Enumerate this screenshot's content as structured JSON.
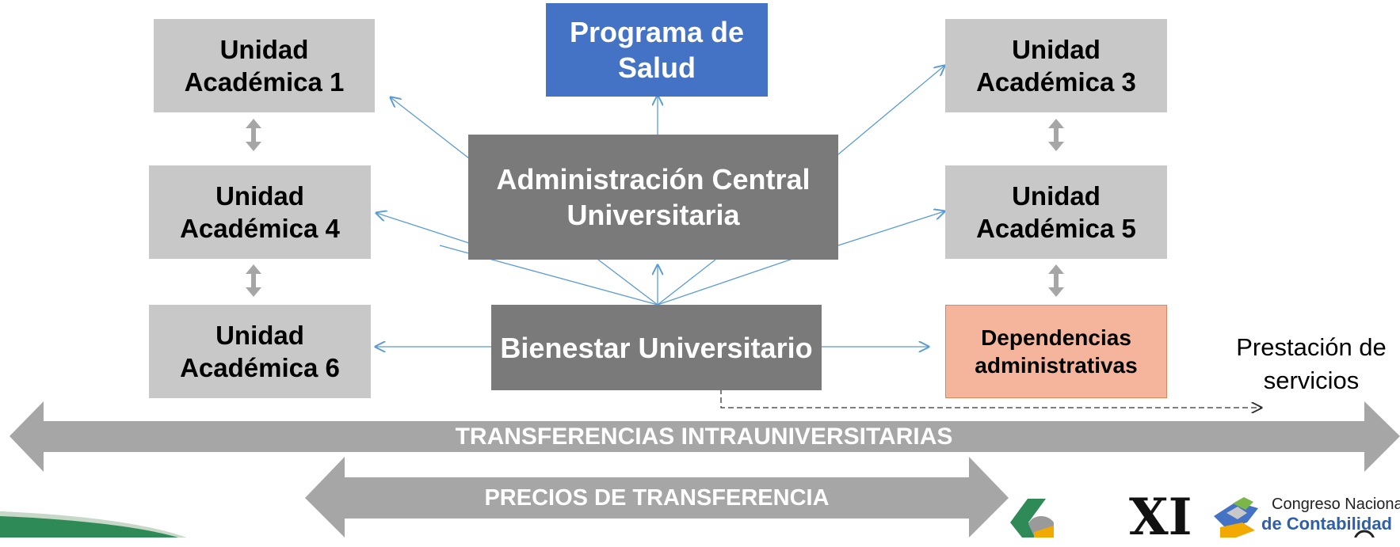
{
  "nodes": {
    "programa_salud": "Programa de Salud",
    "admin_central": "Administración Central Universitaria",
    "bienestar": "Bienestar Universitario",
    "unidad_1": "Unidad Académica 1",
    "unidad_3": "Unidad Académica 3",
    "unidad_4": "Unidad Académica 4",
    "unidad_5": "Unidad Académica 5",
    "unidad_6": "Unidad Académica 6",
    "dependencias": "Dependencias administrativas"
  },
  "prestacion": "Prestación de servicios",
  "bands": {
    "transferencias": "TRANSFERENCIAS INTRAUNIVERSITARIAS",
    "precios": "PRECIOS DE TRANSFERENCIA"
  },
  "logo": {
    "numeral": "XI",
    "line1": "Congreso Nacional",
    "line2": "de Contabilidad"
  },
  "colors": {
    "light_box": "#c8c8c8",
    "dark_box": "#7a7a7a",
    "blue_box": "#4472c4",
    "salmon_box": "#f4b59c",
    "arrow": "#5b9bd5",
    "band": "#a6a6a6"
  }
}
